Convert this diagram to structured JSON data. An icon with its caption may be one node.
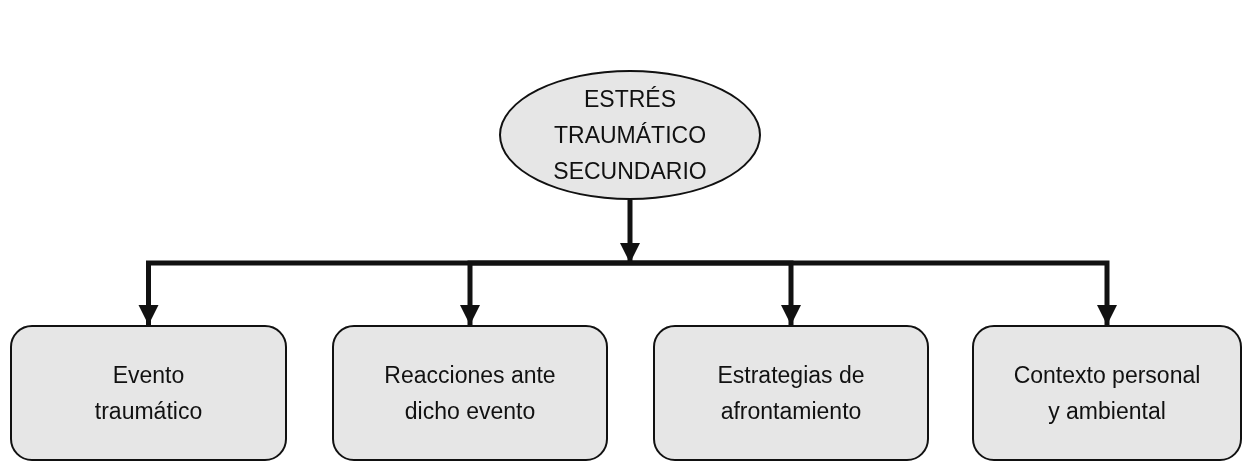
{
  "diagram": {
    "nodes": [
      {
        "text": [
          "ESTRÉS TRAUMÁTICO SECUNDARIO"
        ]
      },
      {
        "text": [
          "Evento traumático"
        ]
      },
      {
        "text": [
          "Reacciones ante dicho evento"
        ]
      },
      {
        "text": [
          "Estrategias de afrontamiento"
        ]
      },
      {
        "text": [
          "Contexto personal y ambiental"
        ]
      }
    ],
    "edges": [
      {
        "from": 0,
        "to": 1,
        "arrow": "to"
      },
      {
        "from": 0,
        "to": 2,
        "arrow": "to"
      },
      {
        "from": 0,
        "to": 3,
        "arrow": "to"
      },
      {
        "from": 0,
        "to": 4,
        "arrow": "to"
      }
    ]
  }
}
